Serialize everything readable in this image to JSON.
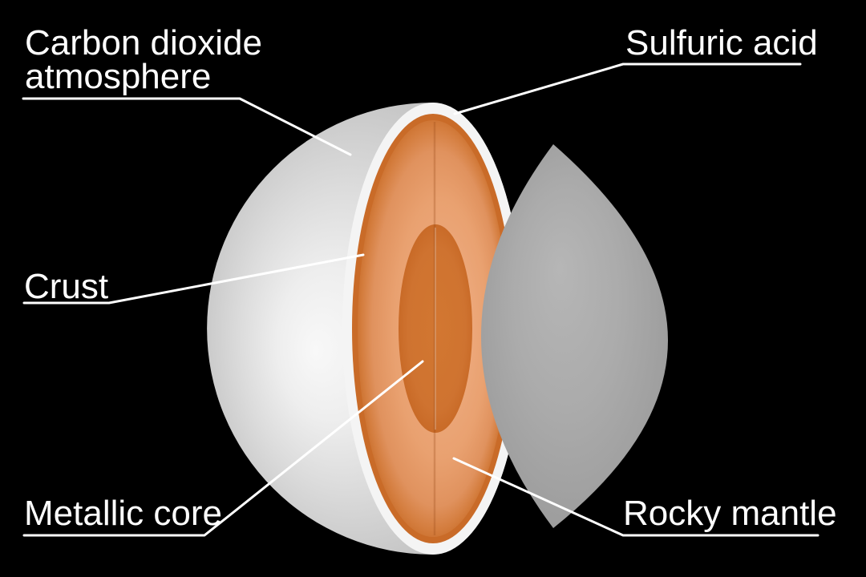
{
  "labels": {
    "atmosphere": {
      "line1": "Carbon dioxide",
      "line2": "atmosphere"
    },
    "sulfuric_acid": "Sulfuric acid",
    "crust": "Crust",
    "metallic_core": "Metallic core",
    "rocky_mantle": "Rocky mantle"
  },
  "colors": {
    "background": "#000000",
    "label_text": "#ffffff",
    "leader_line": "#ffffff",
    "sphere_highlight": "#f8f8f8",
    "sphere_bright": "#eeeeee",
    "sphere_mid": "#dcdcdc",
    "sphere_shade": "#cccccc",
    "sphere_edge": "#c2c2c2",
    "crust_rim": "#f4f4f4",
    "crust_ring": "#c96b28",
    "mantle_light": "#f0b087",
    "mantle_mid": "#e9a170",
    "mantle_shade": "#e0925e",
    "mantle_deep": "#d47d3e",
    "mantle_dark": "#c96e2b",
    "core_light": "#d27731",
    "core_main": "#cf7330",
    "core_dark": "#c36320",
    "slice_light": "#b6b6b6",
    "slice_mid": "#ababab",
    "slice_shade": "#9e9e9e",
    "slice_edge": "#969696"
  }
}
